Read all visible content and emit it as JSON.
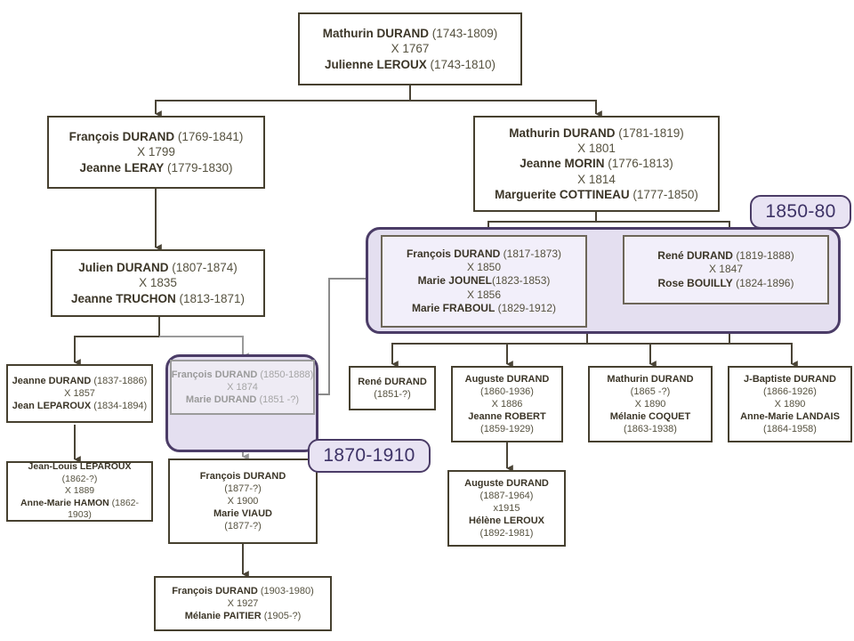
{
  "diagram": {
    "title": "Arbre genealogique DURAND",
    "type": "family-tree",
    "colors": {
      "box_border": "#46402f",
      "box_text": "#3a3426",
      "group_border": "#4b3c67",
      "group_fill": "#e4dff0",
      "callout_fill": "#e8e3f3",
      "callout_text": "#3d3266",
      "faded_text": "#9a9a9a",
      "connector": "#4a4436"
    }
  },
  "callouts": [
    {
      "id": "callout-1850-80",
      "label": "1850-80"
    },
    {
      "id": "callout-1870-1910",
      "label": "1870-1910"
    }
  ],
  "nodes": {
    "gen0": {
      "id": "mathurin-durand-1743",
      "lines": [
        {
          "name": "Mathurin DURAND",
          "dates": "(1743-1809)"
        },
        {
          "marriage": "X 1767"
        },
        {
          "name": "Julienne LEROUX",
          "dates": "(1743-1810)"
        }
      ]
    },
    "francois_1769": {
      "id": "francois-durand-1769",
      "lines": [
        {
          "name": "François DURAND",
          "dates": "(1769-1841)"
        },
        {
          "marriage": "X 1799"
        },
        {
          "name": "Jeanne  LERAY",
          "dates": "(1779-1830)"
        }
      ]
    },
    "mathurin_1781": {
      "id": "mathurin-durand-1781",
      "lines": [
        {
          "name": "Mathurin DURAND",
          "dates": "(1781-1819)"
        },
        {
          "marriage": "X 1801"
        },
        {
          "name": "Jeanne  MORIN",
          "dates": "(1776-1813)"
        },
        {
          "marriage": "X 1814"
        },
        {
          "name": "Marguerite COTTINEAU",
          "dates": "(1777-1850)"
        }
      ]
    },
    "julien_1807": {
      "id": "julien-durand-1807",
      "lines": [
        {
          "name": "Julien DURAND",
          "dates": "(1807-1874)"
        },
        {
          "marriage": "X 1835"
        },
        {
          "name": "Jeanne TRUCHON",
          "dates": "(1813-1871)"
        }
      ]
    },
    "francois_1817": {
      "id": "francois-durand-1817",
      "lines": [
        {
          "name": "François DURAND",
          "dates": "(1817-1873)"
        },
        {
          "marriage": "X 1850"
        },
        {
          "name": "Marie JOUNEL",
          "dates": "(1823-1853)"
        },
        {
          "marriage": "X 1856"
        },
        {
          "name": "Marie FRABOUL",
          "dates": "(1829-1912)"
        }
      ]
    },
    "rene_1819": {
      "id": "rene-durand-1819",
      "lines": [
        {
          "name": "René DURAND",
          "dates": "(1819-1888)"
        },
        {
          "marriage": "X 1847"
        },
        {
          "name": "Rose BOUILLY",
          "dates": "(1824-1896)"
        }
      ]
    },
    "jeanne_1837": {
      "id": "jeanne-durand-1837",
      "lines": [
        {
          "name": "Jeanne DURAND",
          "dates": "(1837-1886)"
        },
        {
          "marriage": "X 1857"
        },
        {
          "name": "Jean LEPAROUX",
          "dates": "(1834-1894)"
        }
      ]
    },
    "francois_1850": {
      "id": "francois-durand-1850",
      "faded": true,
      "lines": [
        {
          "name": "François DURAND",
          "dates": "(1850-1888)"
        },
        {
          "marriage": "X 1874"
        },
        {
          "name": "Marie DURAND",
          "dates": "(1851 -?)"
        }
      ]
    },
    "rene_1851": {
      "id": "rene-durand-1851",
      "lines": [
        {
          "name": "René DURAND"
        },
        {
          "dates": "(1851-?)"
        }
      ]
    },
    "auguste_1860": {
      "id": "auguste-durand-1860",
      "lines": [
        {
          "name": "Auguste DURAND"
        },
        {
          "dates": "(1860-1936)"
        },
        {
          "marriage": "X 1886"
        },
        {
          "name": "Jeanne ROBERT"
        },
        {
          "dates": "(1859-1929)"
        }
      ]
    },
    "mathurin_1865": {
      "id": "mathurin-durand-1865",
      "lines": [
        {
          "name": "Mathurin DURAND"
        },
        {
          "dates": "(1865 -?)"
        },
        {
          "marriage": "X 1890"
        },
        {
          "name": "Mélanie COQUET"
        },
        {
          "dates": "(1863-1938)"
        }
      ]
    },
    "jbaptiste_1866": {
      "id": "jbaptiste-durand-1866",
      "lines": [
        {
          "name": "J-Baptiste DURAND"
        },
        {
          "dates": "(1866-1926)"
        },
        {
          "marriage": "X 1890"
        },
        {
          "name": "Anne-Marie LANDAIS"
        },
        {
          "dates": "(1864-1958)"
        }
      ]
    },
    "jeanlouis_1862": {
      "id": "jean-louis-leparoux-1862",
      "lines": [
        {
          "name": "Jean-Louis LEPAROUX",
          "dates": "(1862-?)"
        },
        {
          "marriage": "X 1889"
        },
        {
          "name": "Anne-Marie HAMON",
          "dates": "(1862-"
        },
        {
          "dates": "1903)"
        }
      ]
    },
    "francois_1877": {
      "id": "francois-durand-1877",
      "lines": [
        {
          "name": "François DURAND"
        },
        {
          "dates": "(1877-?)"
        },
        {
          "marriage": "X 1900"
        },
        {
          "name": "Marie VIAUD"
        },
        {
          "dates": "(1877-?)"
        }
      ]
    },
    "auguste_1887": {
      "id": "auguste-durand-1887",
      "lines": [
        {
          "name": "Auguste DURAND"
        },
        {
          "dates": "(1887-1964)"
        },
        {
          "marriage": "x1915"
        },
        {
          "name": "Hélène LEROUX"
        },
        {
          "dates": "(1892-1981)"
        }
      ]
    },
    "francois_1903": {
      "id": "francois-durand-1903",
      "lines": [
        {
          "name": "François DURAND",
          "dates": "(1903-1980)"
        },
        {
          "marriage": "X 1927"
        },
        {
          "name": "Mélanie PAITIER",
          "dates": "(1905-?)"
        }
      ]
    }
  }
}
